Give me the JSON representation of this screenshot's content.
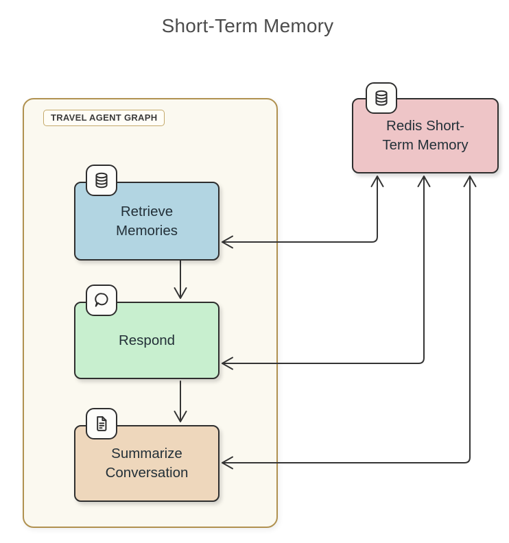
{
  "title": "Short-Term Memory",
  "container": {
    "label": "TRAVEL AGENT GRAPH"
  },
  "nodes": [
    {
      "id": "redis-short-term-memory",
      "label": "Redis Short-\nTerm Memory",
      "icon": "database-icon",
      "fill": "#eec5c7"
    },
    {
      "id": "retrieve-memories",
      "label": "Retrieve\nMemories",
      "icon": "database-icon",
      "fill": "#b2d5e2"
    },
    {
      "id": "respond",
      "label": "Respond",
      "icon": "chat-bubble-icon",
      "fill": "#c8efcf"
    },
    {
      "id": "summarize-conversation",
      "label": "Summarize\nConversation",
      "icon": "document-icon",
      "fill": "#eed7bc"
    }
  ],
  "edges": [
    {
      "from": "retrieve-memories",
      "to": "respond",
      "direction": "one-way"
    },
    {
      "from": "respond",
      "to": "summarize-conversation",
      "direction": "one-way"
    },
    {
      "from": "retrieve-memories",
      "to": "redis-short-term-memory",
      "direction": "two-way"
    },
    {
      "from": "respond",
      "to": "redis-short-term-memory",
      "direction": "two-way"
    },
    {
      "from": "summarize-conversation",
      "to": "redis-short-term-memory",
      "direction": "two-way"
    }
  ],
  "colors": {
    "page_bg": "#ffffff",
    "title_color": "#4c4c4c",
    "container_fill": "#fbf9f0",
    "container_border": "#b0914f",
    "chip_fill": "#fffdf6",
    "chip_border": "#c4a96a",
    "chip_text": "#3b3b3b",
    "node_border": "#2e2e2e",
    "node_text": "#233038",
    "badge_fill": "#fdfdfa",
    "arrow_color": "#343434",
    "redis_fill": "#eec5c7",
    "retrieve_fill": "#b2d5e2",
    "respond_fill": "#c8efcf",
    "summarize_fill": "#eed7bc"
  }
}
